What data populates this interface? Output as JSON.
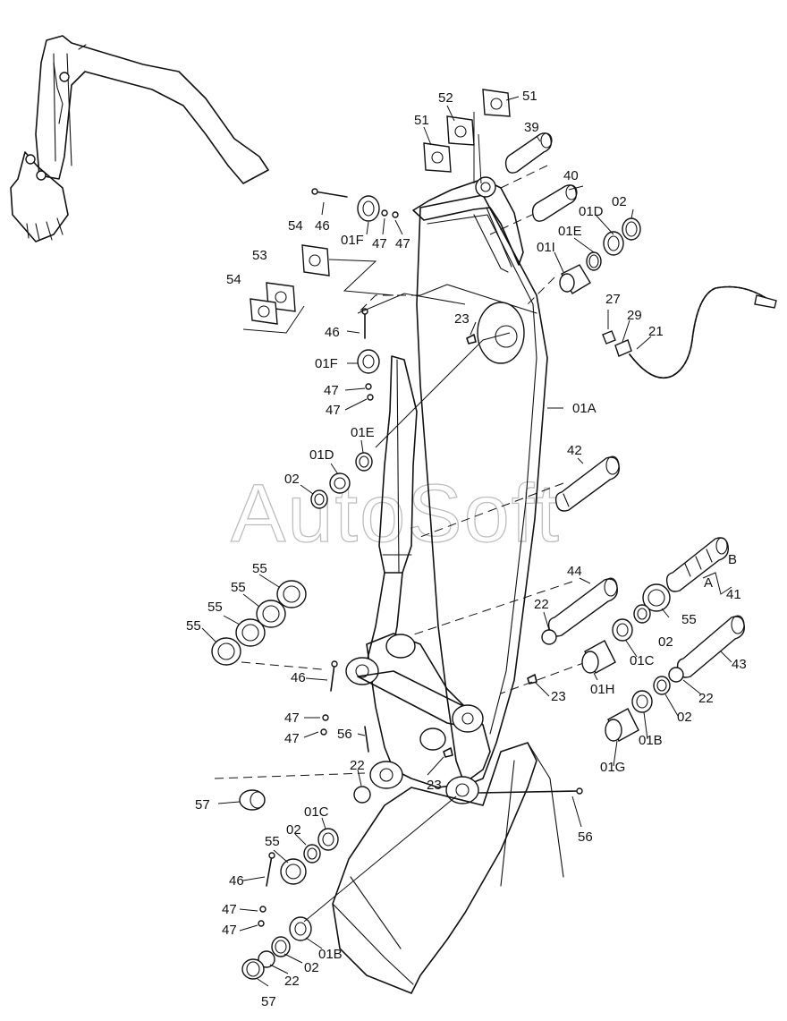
{
  "watermark": "AutoSoft",
  "callouts": [
    {
      "id": "c-52",
      "text": "52"
    },
    {
      "id": "c-51a",
      "text": "51"
    },
    {
      "id": "c-51b",
      "text": "51"
    },
    {
      "id": "c-39",
      "text": "39"
    },
    {
      "id": "c-40",
      "text": "40"
    },
    {
      "id": "c-01D-top",
      "text": "01D"
    },
    {
      "id": "c-02-top",
      "text": "02"
    },
    {
      "id": "c-01E-top",
      "text": "01E"
    },
    {
      "id": "c-01I",
      "text": "01I"
    },
    {
      "id": "c-46-top",
      "text": "46"
    },
    {
      "id": "c-01F-top",
      "text": "01F"
    },
    {
      "id": "c-47-top-a",
      "text": "47"
    },
    {
      "id": "c-47-top-b",
      "text": "47"
    },
    {
      "id": "c-54-a",
      "text": "54"
    },
    {
      "id": "c-53",
      "text": "53"
    },
    {
      "id": "c-54-b",
      "text": "54"
    },
    {
      "id": "c-46-mid",
      "text": "46"
    },
    {
      "id": "c-01F-mid",
      "text": "01F"
    },
    {
      "id": "c-47-mid-a",
      "text": "47"
    },
    {
      "id": "c-47-mid-b",
      "text": "47"
    },
    {
      "id": "c-23-top",
      "text": "23"
    },
    {
      "id": "c-27",
      "text": "27"
    },
    {
      "id": "c-29",
      "text": "29"
    },
    {
      "id": "c-21",
      "text": "21"
    },
    {
      "id": "c-01A",
      "text": "01A"
    },
    {
      "id": "c-01E-mid",
      "text": "01E"
    },
    {
      "id": "c-01D-mid",
      "text": "01D"
    },
    {
      "id": "c-02-mid",
      "text": "02"
    },
    {
      "id": "c-42",
      "text": "42"
    },
    {
      "id": "c-B",
      "text": "B"
    },
    {
      "id": "c-A",
      "text": "A"
    },
    {
      "id": "c-41",
      "text": "41"
    },
    {
      "id": "c-44",
      "text": "44"
    },
    {
      "id": "c-55-r",
      "text": "55"
    },
    {
      "id": "c-02-r1",
      "text": "02"
    },
    {
      "id": "c-01C-r",
      "text": "01C"
    },
    {
      "id": "c-43",
      "text": "43"
    },
    {
      "id": "c-22-r1",
      "text": "22"
    },
    {
      "id": "c-22-r2",
      "text": "22"
    },
    {
      "id": "c-02-r2",
      "text": "02"
    },
    {
      "id": "c-01H",
      "text": "01H"
    },
    {
      "id": "c-23-r",
      "text": "23"
    },
    {
      "id": "c-01B-r",
      "text": "01B"
    },
    {
      "id": "c-01G",
      "text": "01G"
    },
    {
      "id": "c-55-l1",
      "text": "55"
    },
    {
      "id": "c-55-l2",
      "text": "55"
    },
    {
      "id": "c-55-l3",
      "text": "55"
    },
    {
      "id": "c-55-l4",
      "text": "55"
    },
    {
      "id": "c-46-low",
      "text": "46"
    },
    {
      "id": "c-47-low-a",
      "text": "47"
    },
    {
      "id": "c-47-low-b",
      "text": "47"
    },
    {
      "id": "c-56-l",
      "text": "56"
    },
    {
      "id": "c-22-l",
      "text": "22"
    },
    {
      "id": "c-23-low",
      "text": "23"
    },
    {
      "id": "c-57-a",
      "text": "57"
    },
    {
      "id": "c-01C-l",
      "text": "01C"
    },
    {
      "id": "c-02-l1",
      "text": "02"
    },
    {
      "id": "c-55-l5",
      "text": "55"
    },
    {
      "id": "c-46-bot",
      "text": "46"
    },
    {
      "id": "c-47-bot-a",
      "text": "47"
    },
    {
      "id": "c-47-bot-b",
      "text": "47"
    },
    {
      "id": "c-01B-l",
      "text": "01B"
    },
    {
      "id": "c-02-l2",
      "text": "02"
    },
    {
      "id": "c-22-bot",
      "text": "22"
    },
    {
      "id": "c-57-b",
      "text": "57"
    },
    {
      "id": "c-56-r",
      "text": "56"
    }
  ]
}
